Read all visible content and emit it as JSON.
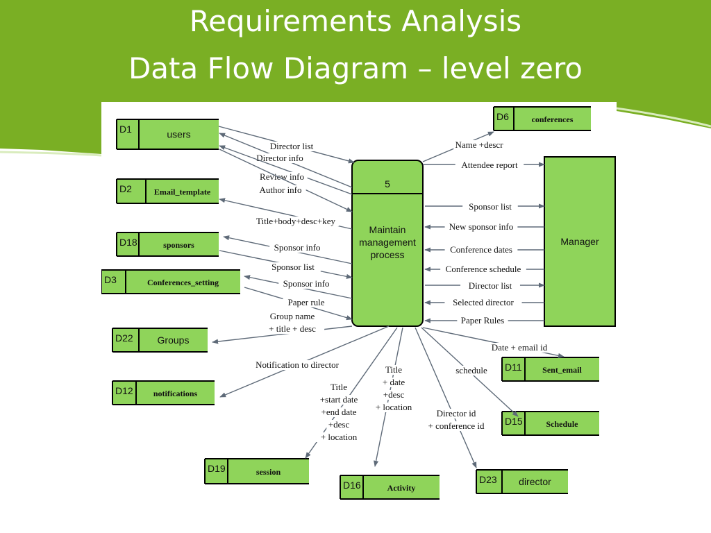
{
  "title": {
    "line1": "Requirements Analysis",
    "line2": "Data Flow Diagram – level zero"
  },
  "colors": {
    "header_green": "#7aaf24",
    "box_green": "#8fd45a",
    "line": "#5e6a78"
  },
  "process": {
    "id": "5",
    "name": [
      "Maintain",
      "management",
      "process"
    ]
  },
  "entity": {
    "name": "Manager"
  },
  "stores": [
    {
      "id": "D1",
      "name": "users"
    },
    {
      "id": "D2",
      "name": "Email_template"
    },
    {
      "id": "D18",
      "name": "sponsors"
    },
    {
      "id": "D3",
      "name": "Conferences_setting"
    },
    {
      "id": "D22",
      "name": "Groups"
    },
    {
      "id": "D12",
      "name": "notifications"
    },
    {
      "id": "D19",
      "name": "session"
    },
    {
      "id": "D16",
      "name": "Activity"
    },
    {
      "id": "D23",
      "name": "director"
    },
    {
      "id": "D15",
      "name": "Schedule"
    },
    {
      "id": "D11",
      "name": "Sent_email"
    },
    {
      "id": "D6",
      "name": "conferences"
    }
  ],
  "flows": [
    {
      "label": [
        "Director list"
      ]
    },
    {
      "label": [
        "Director info"
      ]
    },
    {
      "label": [
        "Review info"
      ]
    },
    {
      "label": [
        "Author info"
      ]
    },
    {
      "label": [
        "Title+body+desc+key"
      ]
    },
    {
      "label": [
        "Sponsor info"
      ]
    },
    {
      "label": [
        "Sponsor list"
      ]
    },
    {
      "label": [
        "Sponsor info"
      ]
    },
    {
      "label": [
        "Paper rule"
      ]
    },
    {
      "label": [
        "Group name",
        "+ title + desc"
      ]
    },
    {
      "label": [
        "Notification to director"
      ]
    },
    {
      "label": [
        "Title",
        "+start date",
        "+end date",
        "+desc",
        "+ location"
      ]
    },
    {
      "label": [
        "Title",
        "+ date",
        "+desc",
        "+ location"
      ]
    },
    {
      "label": [
        "Director id",
        "+ conference id"
      ]
    },
    {
      "label": [
        "schedule"
      ]
    },
    {
      "label": [
        "Date + email id"
      ]
    },
    {
      "label": [
        "Name +descr"
      ]
    },
    {
      "label": [
        "Attendee report"
      ]
    },
    {
      "label": [
        "Sponsor list"
      ]
    },
    {
      "label": [
        "New sponsor info"
      ]
    },
    {
      "label": [
        "Conference dates"
      ]
    },
    {
      "label": [
        "Conference schedule"
      ]
    },
    {
      "label": [
        "Director list"
      ]
    },
    {
      "label": [
        "Selected director"
      ]
    },
    {
      "label": [
        "Paper Rules"
      ]
    }
  ]
}
